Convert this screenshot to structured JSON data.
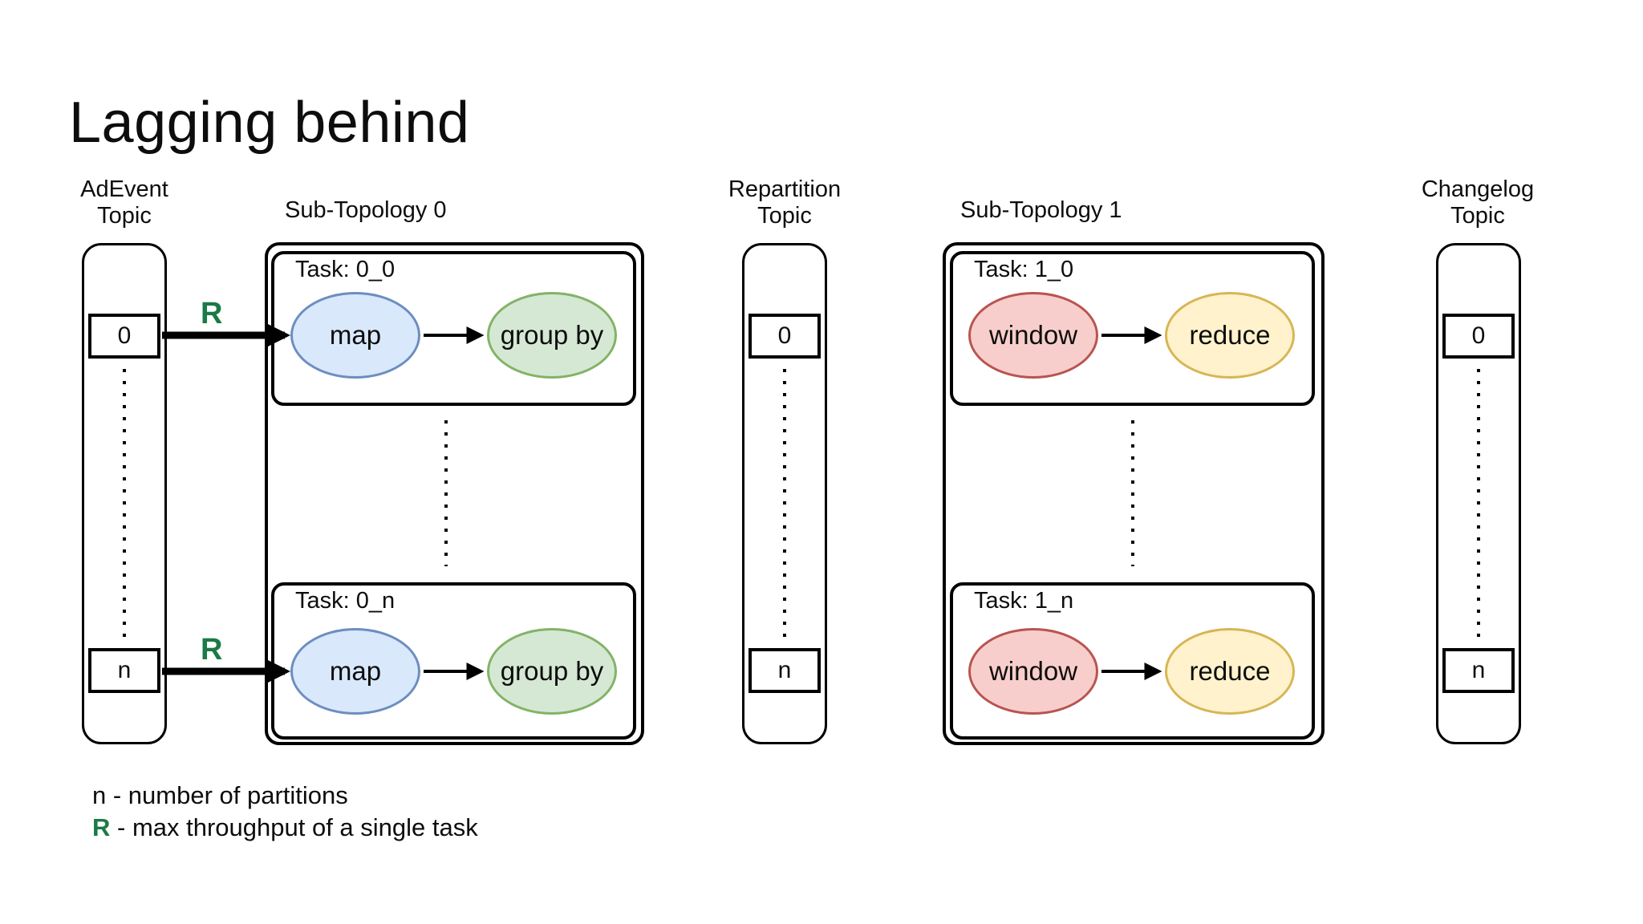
{
  "title": "Lagging behind",
  "topics": {
    "adevent": {
      "name_line1": "AdEvent",
      "name_line2": "Topic",
      "first_partition": "0",
      "last_partition": "n"
    },
    "repartition": {
      "name_line1": "Repartition",
      "name_line2": "Topic",
      "first_partition": "0",
      "last_partition": "n"
    },
    "changelog": {
      "name_line1": "Changelog",
      "name_line2": "Topic",
      "first_partition": "0",
      "last_partition": "n"
    }
  },
  "subtopologies": {
    "st0": {
      "label": "Sub-Topology 0",
      "task_first": {
        "label": "Task: 0_0",
        "node1": "map",
        "node2": "group by"
      },
      "task_last": {
        "label": "Task: 0_n",
        "node1": "map",
        "node2": "group by"
      }
    },
    "st1": {
      "label": "Sub-Topology 1",
      "task_first": {
        "label": "Task: 1_0",
        "node1": "window",
        "node2": "reduce"
      },
      "task_last": {
        "label": "Task: 1_n",
        "node1": "window",
        "node2": "reduce"
      }
    }
  },
  "throughput_symbol": "R",
  "legend": {
    "n_symbol": "n",
    "n_text": " - number of partitions",
    "r_symbol": "R",
    "r_text": " - max throughput of a single task"
  },
  "colors": {
    "throughput_green": "#1b7a46",
    "map_fill": "#dae8fc",
    "map_stroke": "#6c8ebf",
    "group_by_fill": "#d5e8d4",
    "group_by_stroke": "#82b366",
    "window_fill": "#f8cecc",
    "window_stroke": "#b85450",
    "reduce_fill": "#fff2cc",
    "reduce_stroke": "#d6b656",
    "outline": "#000000",
    "background": "#ffffff"
  }
}
